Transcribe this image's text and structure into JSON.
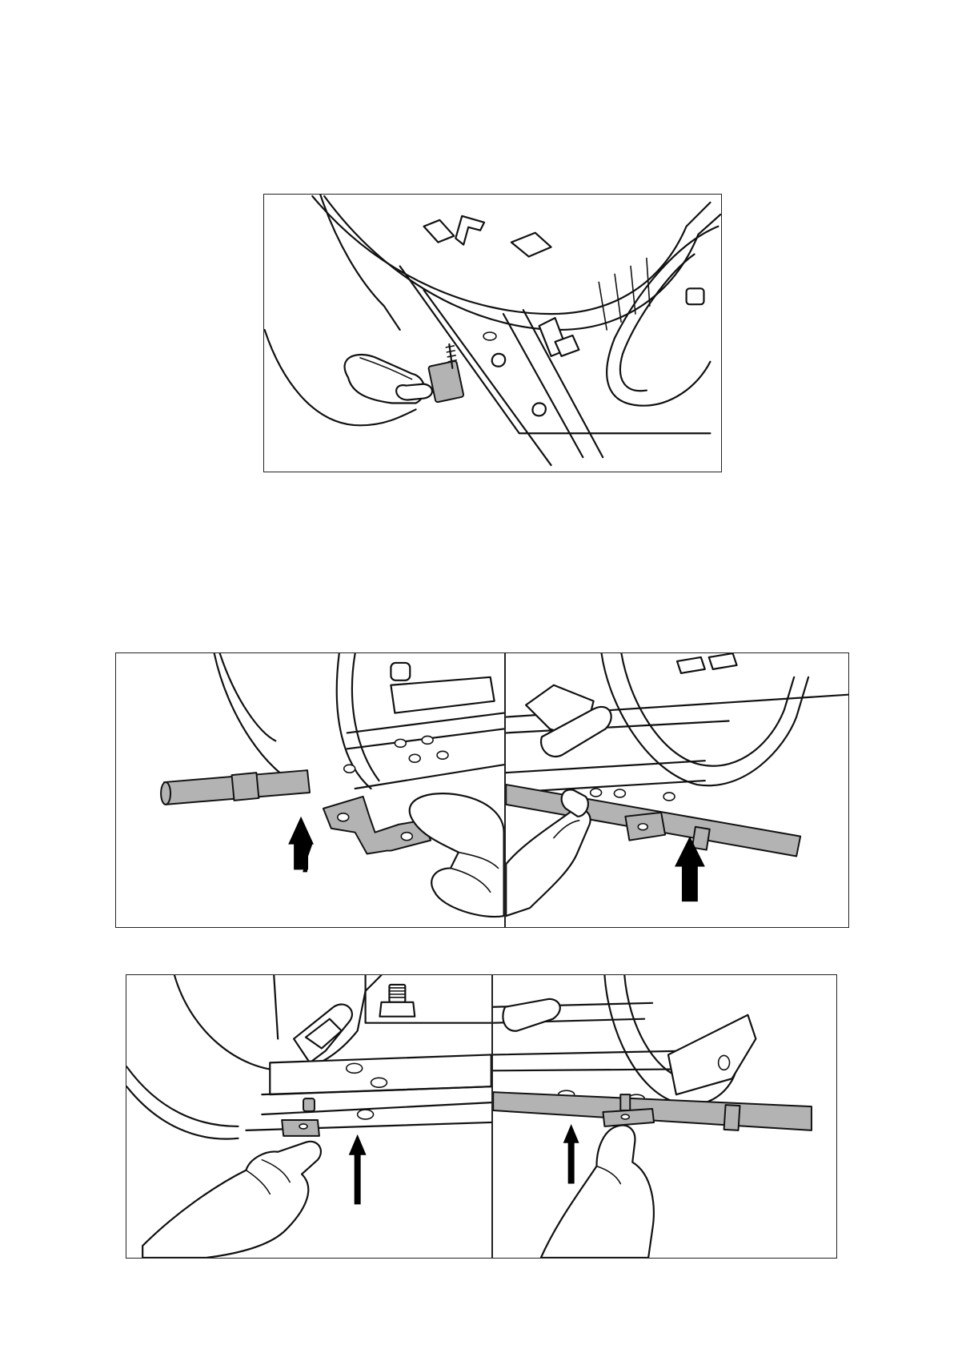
{
  "figures": [
    {
      "id": "fig-1",
      "description_icon": "frame-screw-installation-illustration"
    },
    {
      "id": "fig-2a",
      "description_icon": "axle-bracket-left-illustration"
    },
    {
      "id": "fig-2b",
      "description_icon": "axle-bracket-right-illustration"
    },
    {
      "id": "fig-3a",
      "description_icon": "bolt-fastening-left-illustration"
    },
    {
      "id": "fig-3b",
      "description_icon": "bolt-fastening-right-illustration"
    }
  ],
  "colors": {
    "line": "#111111",
    "part": "#b3b3b3",
    "arrow": "#000000",
    "background": "#ffffff"
  }
}
